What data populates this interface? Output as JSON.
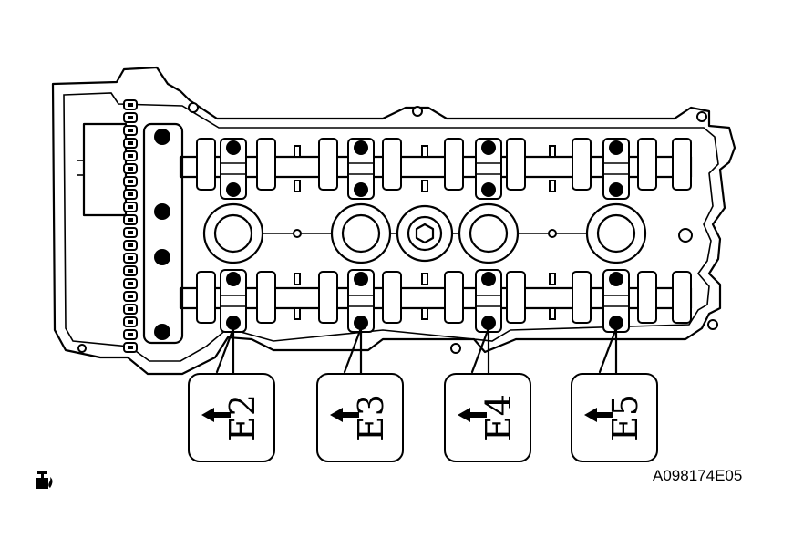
{
  "callouts": [
    {
      "id": "e2",
      "label": "E2"
    },
    {
      "id": "e3",
      "label": "E3"
    },
    {
      "id": "e4",
      "label": "E4"
    },
    {
      "id": "e5",
      "label": "E5"
    }
  ],
  "figure_code": "A098174E05",
  "icons": {
    "sealant": "sealant-icon",
    "arrow": "arrow-left-icon"
  }
}
